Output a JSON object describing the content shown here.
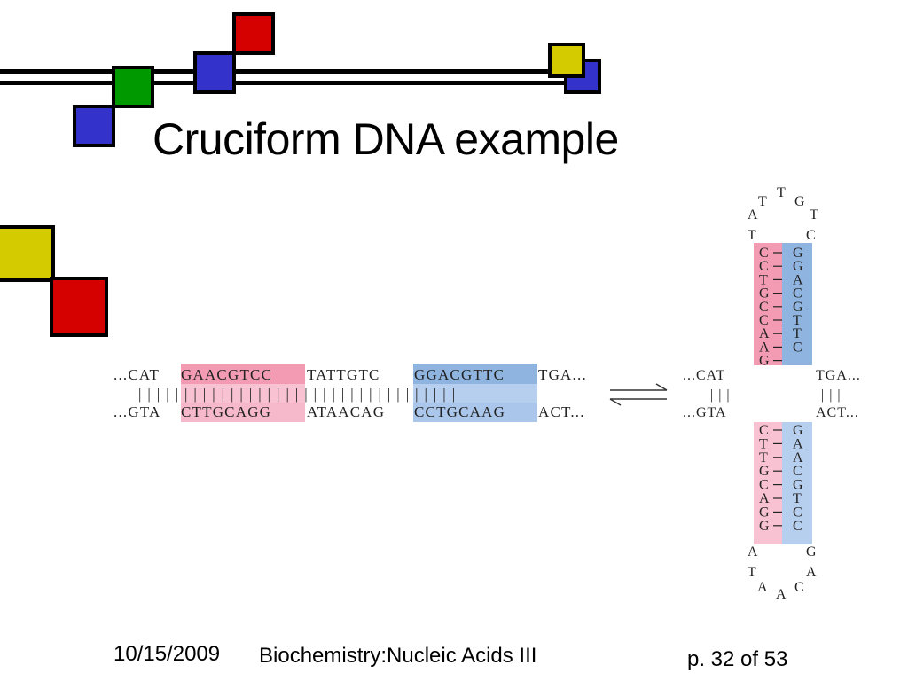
{
  "slide": {
    "title": "Cruciform DNA example"
  },
  "colors": {
    "accent_red": "#d50000",
    "accent_blue": "#3333cc",
    "accent_green": "#009900",
    "accent_yellow": "#d4cc00",
    "highlight_pink": "#f29bb3",
    "highlight_blue": "#8fb4e0"
  },
  "figure": {
    "linear": {
      "top_left": "...CAT",
      "top_pink": "GAACGTCC",
      "top_mid": "TATTGTC",
      "top_blue": "GGACGTTC",
      "top_right": "TGA...",
      "bottom_left": "...GTA",
      "bottom_pink": "CTTGCAGG",
      "bottom_mid": "ATAACAG",
      "bottom_blue": "CCTGCAAG",
      "bottom_right": "ACT...",
      "pair_marks": "|||||||||||||||||||||||||||||||||||"
    },
    "cruciform": {
      "top_loop": [
        "A",
        "T",
        "T",
        "G",
        "T",
        "C",
        "T"
      ],
      "upper_left": [
        "C",
        "C",
        "T",
        "G",
        "C",
        "C",
        "A",
        "A",
        "G"
      ],
      "upper_right": [
        "G",
        "G",
        "A",
        "C",
        "G",
        "T",
        "T",
        "C"
      ],
      "upper_right_top": "G",
      "left_arm_top": "...CAT",
      "left_arm_bottom": "...GTA",
      "right_arm_top": "TGA...",
      "right_arm_bottom": "ACT...",
      "arm_bars": "|||",
      "lower_left": [
        "C",
        "T",
        "T",
        "G",
        "C",
        "A",
        "G",
        "G"
      ],
      "lower_right": [
        "G",
        "A",
        "A",
        "C",
        "G",
        "T",
        "C",
        "C"
      ],
      "bottom_loop": [
        "A",
        "G",
        "T",
        "A",
        "A",
        "A",
        "C"
      ]
    }
  },
  "footer": {
    "date": "10/15/2009",
    "course": "Biochemistry:Nucleic Acids III",
    "page": "p. 32 of 53"
  }
}
